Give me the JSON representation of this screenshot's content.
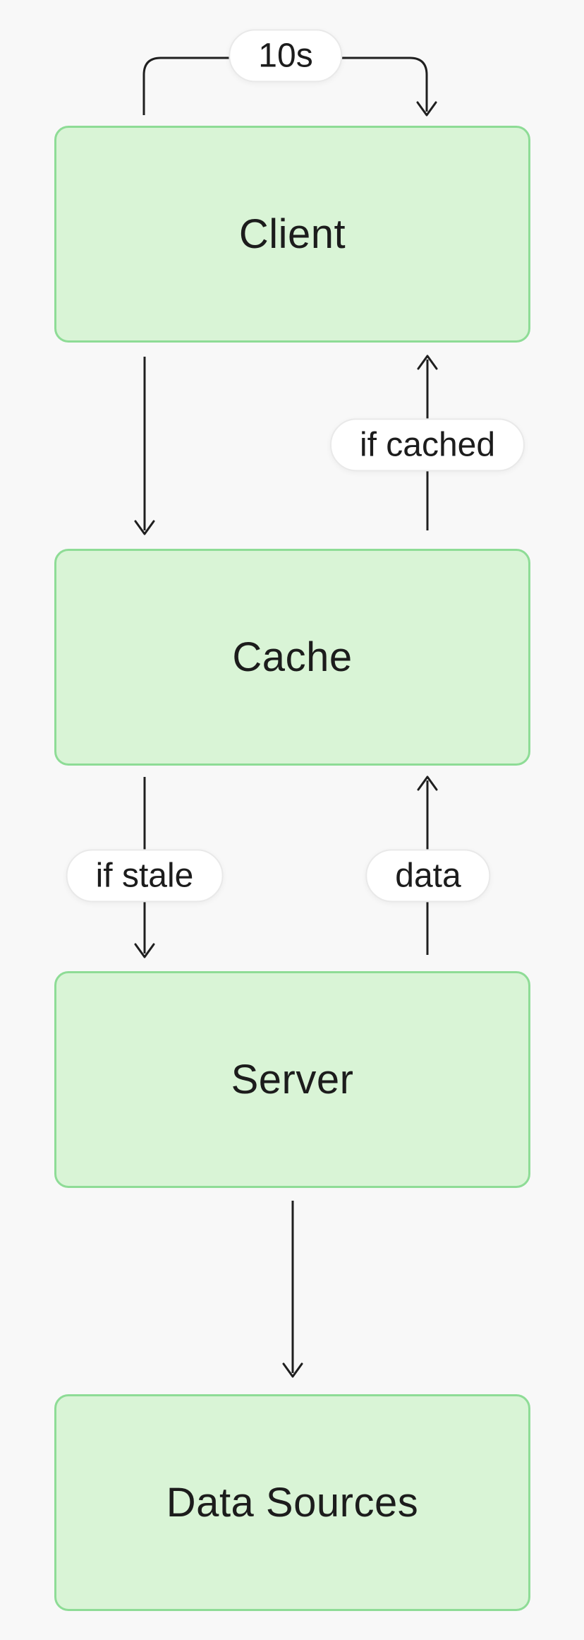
{
  "diagram": {
    "title": "client-cache-server flow",
    "colors": {
      "background": "#F8F8F8",
      "node_fill": "#D9F4D6",
      "node_border": "#8EDC96",
      "node_text": "#1C1C1C",
      "arrow": "#1F1F1F",
      "pill_background": "#FFFFFF",
      "pill_border": "#E9E9E9"
    },
    "nodes": [
      {
        "id": "client",
        "label": "Client"
      },
      {
        "id": "cache",
        "label": "Cache"
      },
      {
        "id": "server",
        "label": "Server"
      },
      {
        "id": "data_sources",
        "label": "Data Sources"
      }
    ],
    "edges": [
      {
        "from": "client",
        "to": "client",
        "type": "self-loop",
        "label": "10s"
      },
      {
        "from": "client",
        "to": "cache",
        "type": "arrow-down",
        "label": ""
      },
      {
        "from": "cache",
        "to": "client",
        "type": "arrow-up",
        "label": "if cached"
      },
      {
        "from": "cache",
        "to": "server",
        "type": "arrow-down",
        "label": "if stale"
      },
      {
        "from": "server",
        "to": "cache",
        "type": "arrow-up",
        "label": "data"
      },
      {
        "from": "server",
        "to": "data_sources",
        "type": "arrow-down",
        "label": ""
      }
    ]
  }
}
